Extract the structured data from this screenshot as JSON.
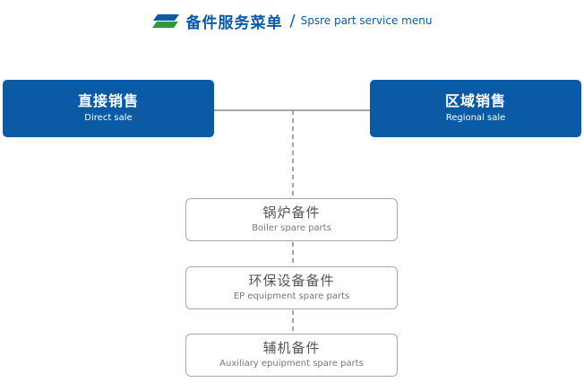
{
  "header": {
    "title_cn": "备件服务菜单",
    "separator": "/",
    "title_en": "Spsre part service menu",
    "icon": "layered-stripes-icon"
  },
  "channels": {
    "direct": {
      "cn": "直接销售",
      "en": "Direct sale"
    },
    "regional": {
      "cn": "区域销售",
      "en": "Regional sale"
    }
  },
  "parts": [
    {
      "cn": "锅炉备件",
      "en": "Boiler spare parts"
    },
    {
      "cn": "环保设备备件",
      "en": "EP equipment spare parts"
    },
    {
      "cn": "辅机备件",
      "en": "Auxiliary epuipment spare parts"
    }
  ],
  "colors": {
    "brand_blue": "#0b5aa6",
    "icon_green": "#2e9a3c",
    "box_border": "#a8a8a8",
    "connector": "#888888"
  }
}
